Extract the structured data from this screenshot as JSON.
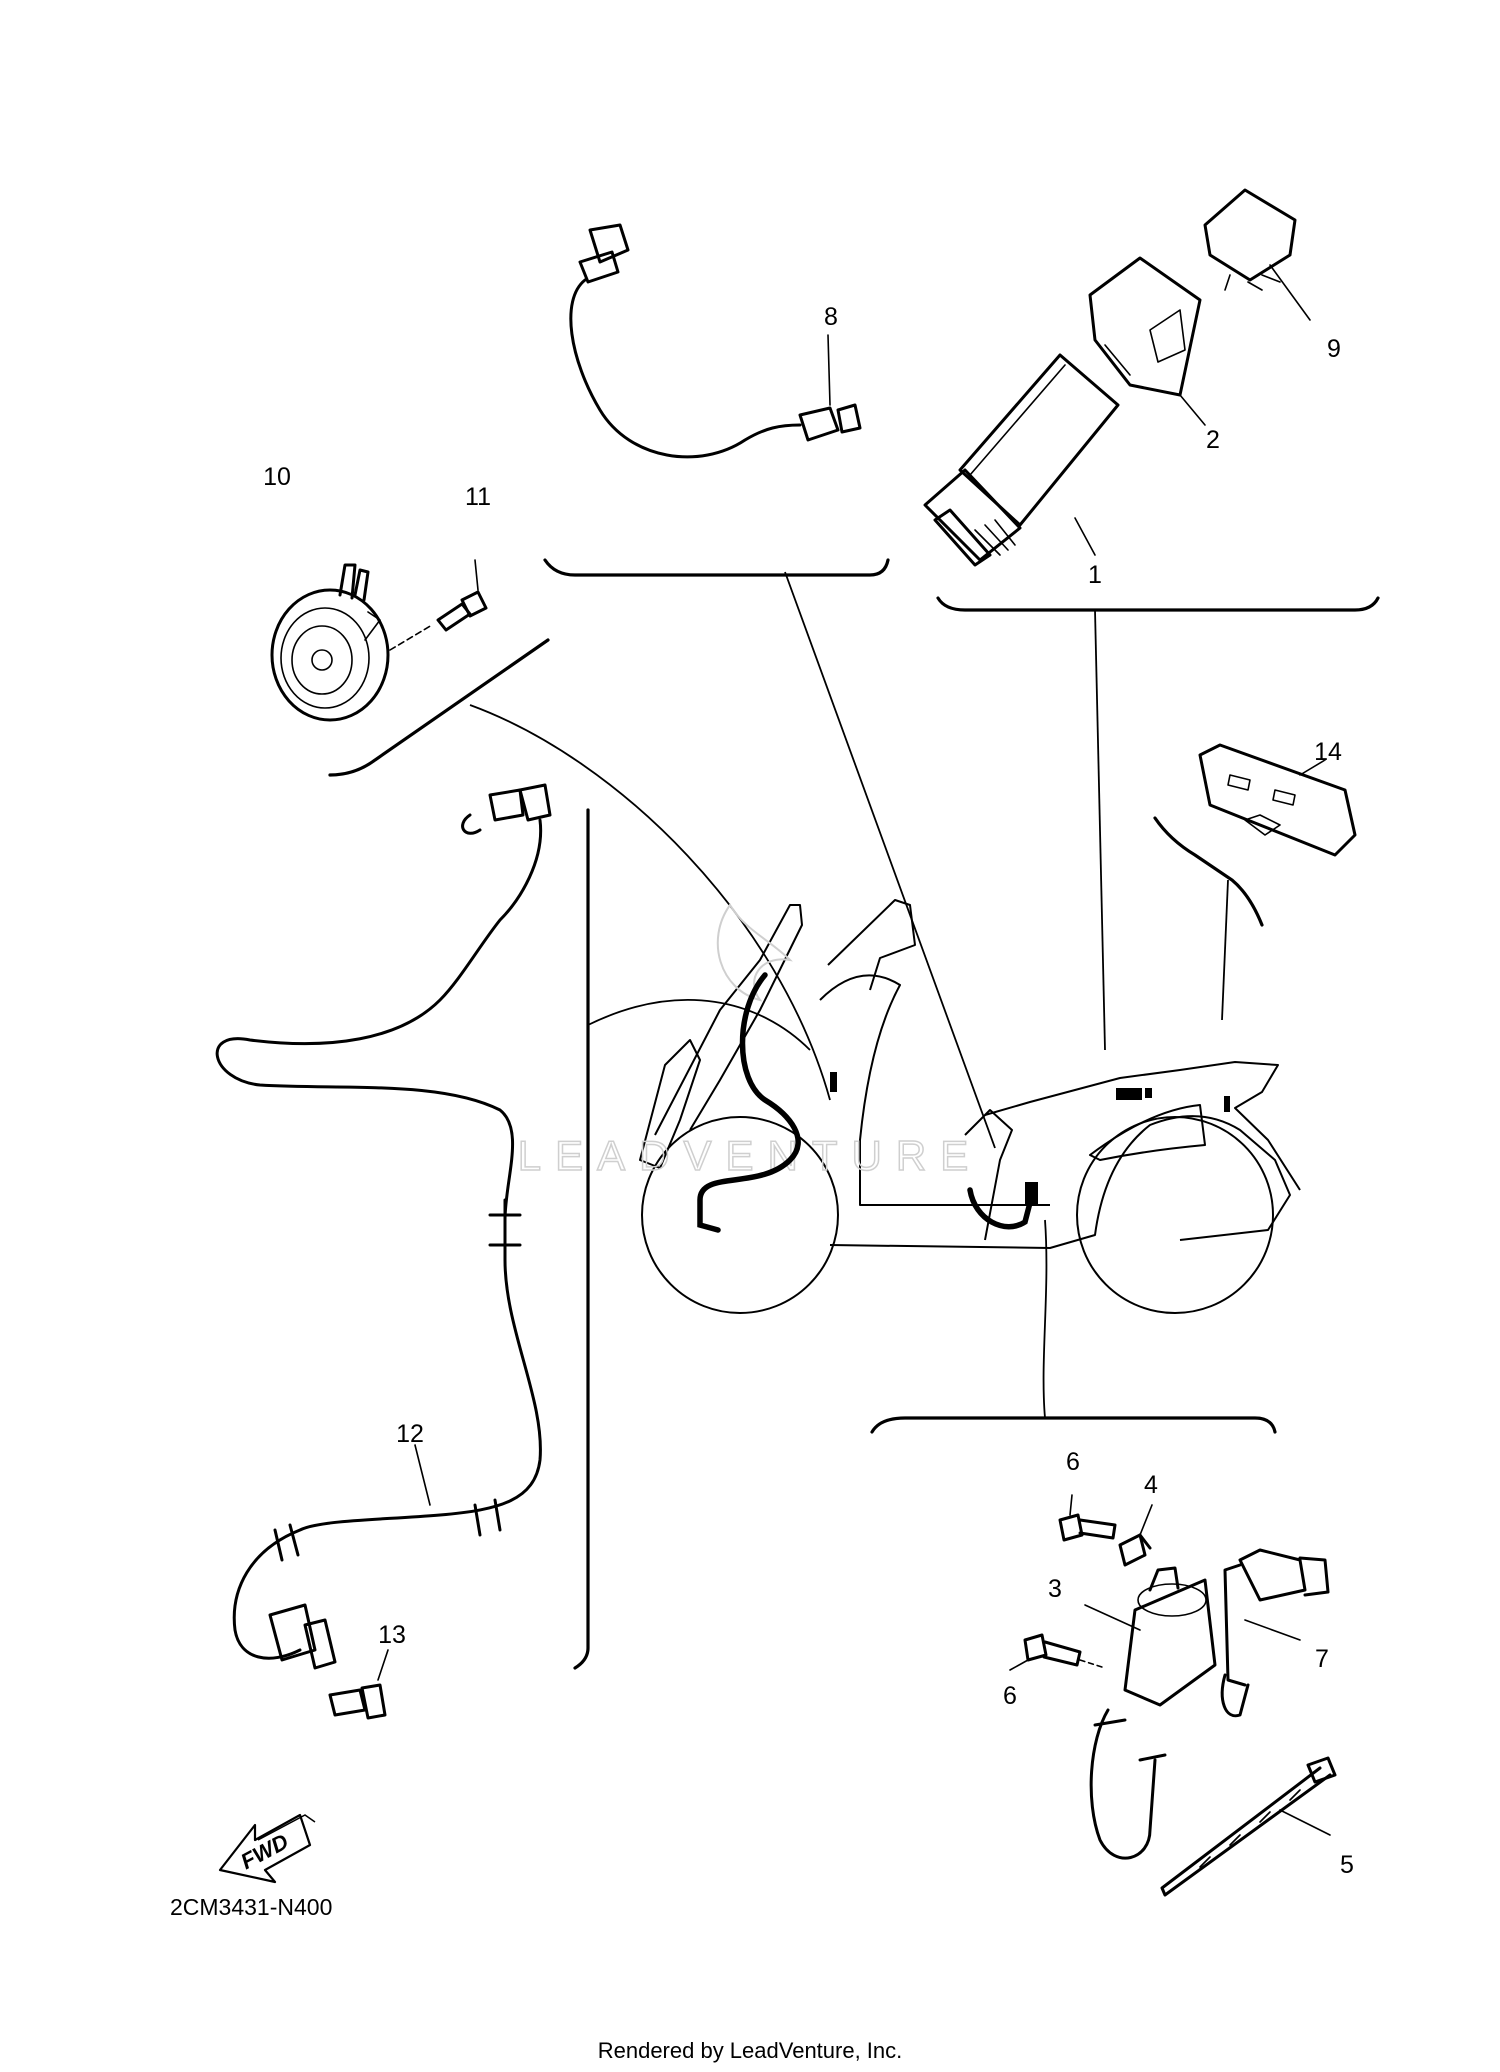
{
  "diagram": {
    "code": "2CM3431-N400",
    "footer": "Rendered by LeadVenture, Inc.",
    "watermark": "LEADVENTURE",
    "fwd_label": "FWD"
  },
  "callouts": [
    {
      "id": "1",
      "label": "1"
    },
    {
      "id": "2",
      "label": "2"
    },
    {
      "id": "3",
      "label": "3"
    },
    {
      "id": "4",
      "label": "4"
    },
    {
      "id": "5",
      "label": "5"
    },
    {
      "id": "6a",
      "label": "6"
    },
    {
      "id": "6b",
      "label": "6"
    },
    {
      "id": "7",
      "label": "7"
    },
    {
      "id": "8",
      "label": "8"
    },
    {
      "id": "9",
      "label": "9"
    },
    {
      "id": "10",
      "label": "10"
    },
    {
      "id": "11",
      "label": "11"
    },
    {
      "id": "12",
      "label": "12"
    },
    {
      "id": "13",
      "label": "13"
    },
    {
      "id": "14",
      "label": "14"
    }
  ],
  "colors": {
    "ink": "#000000",
    "watermark": "#cfcfcf",
    "background": "#ffffff"
  }
}
